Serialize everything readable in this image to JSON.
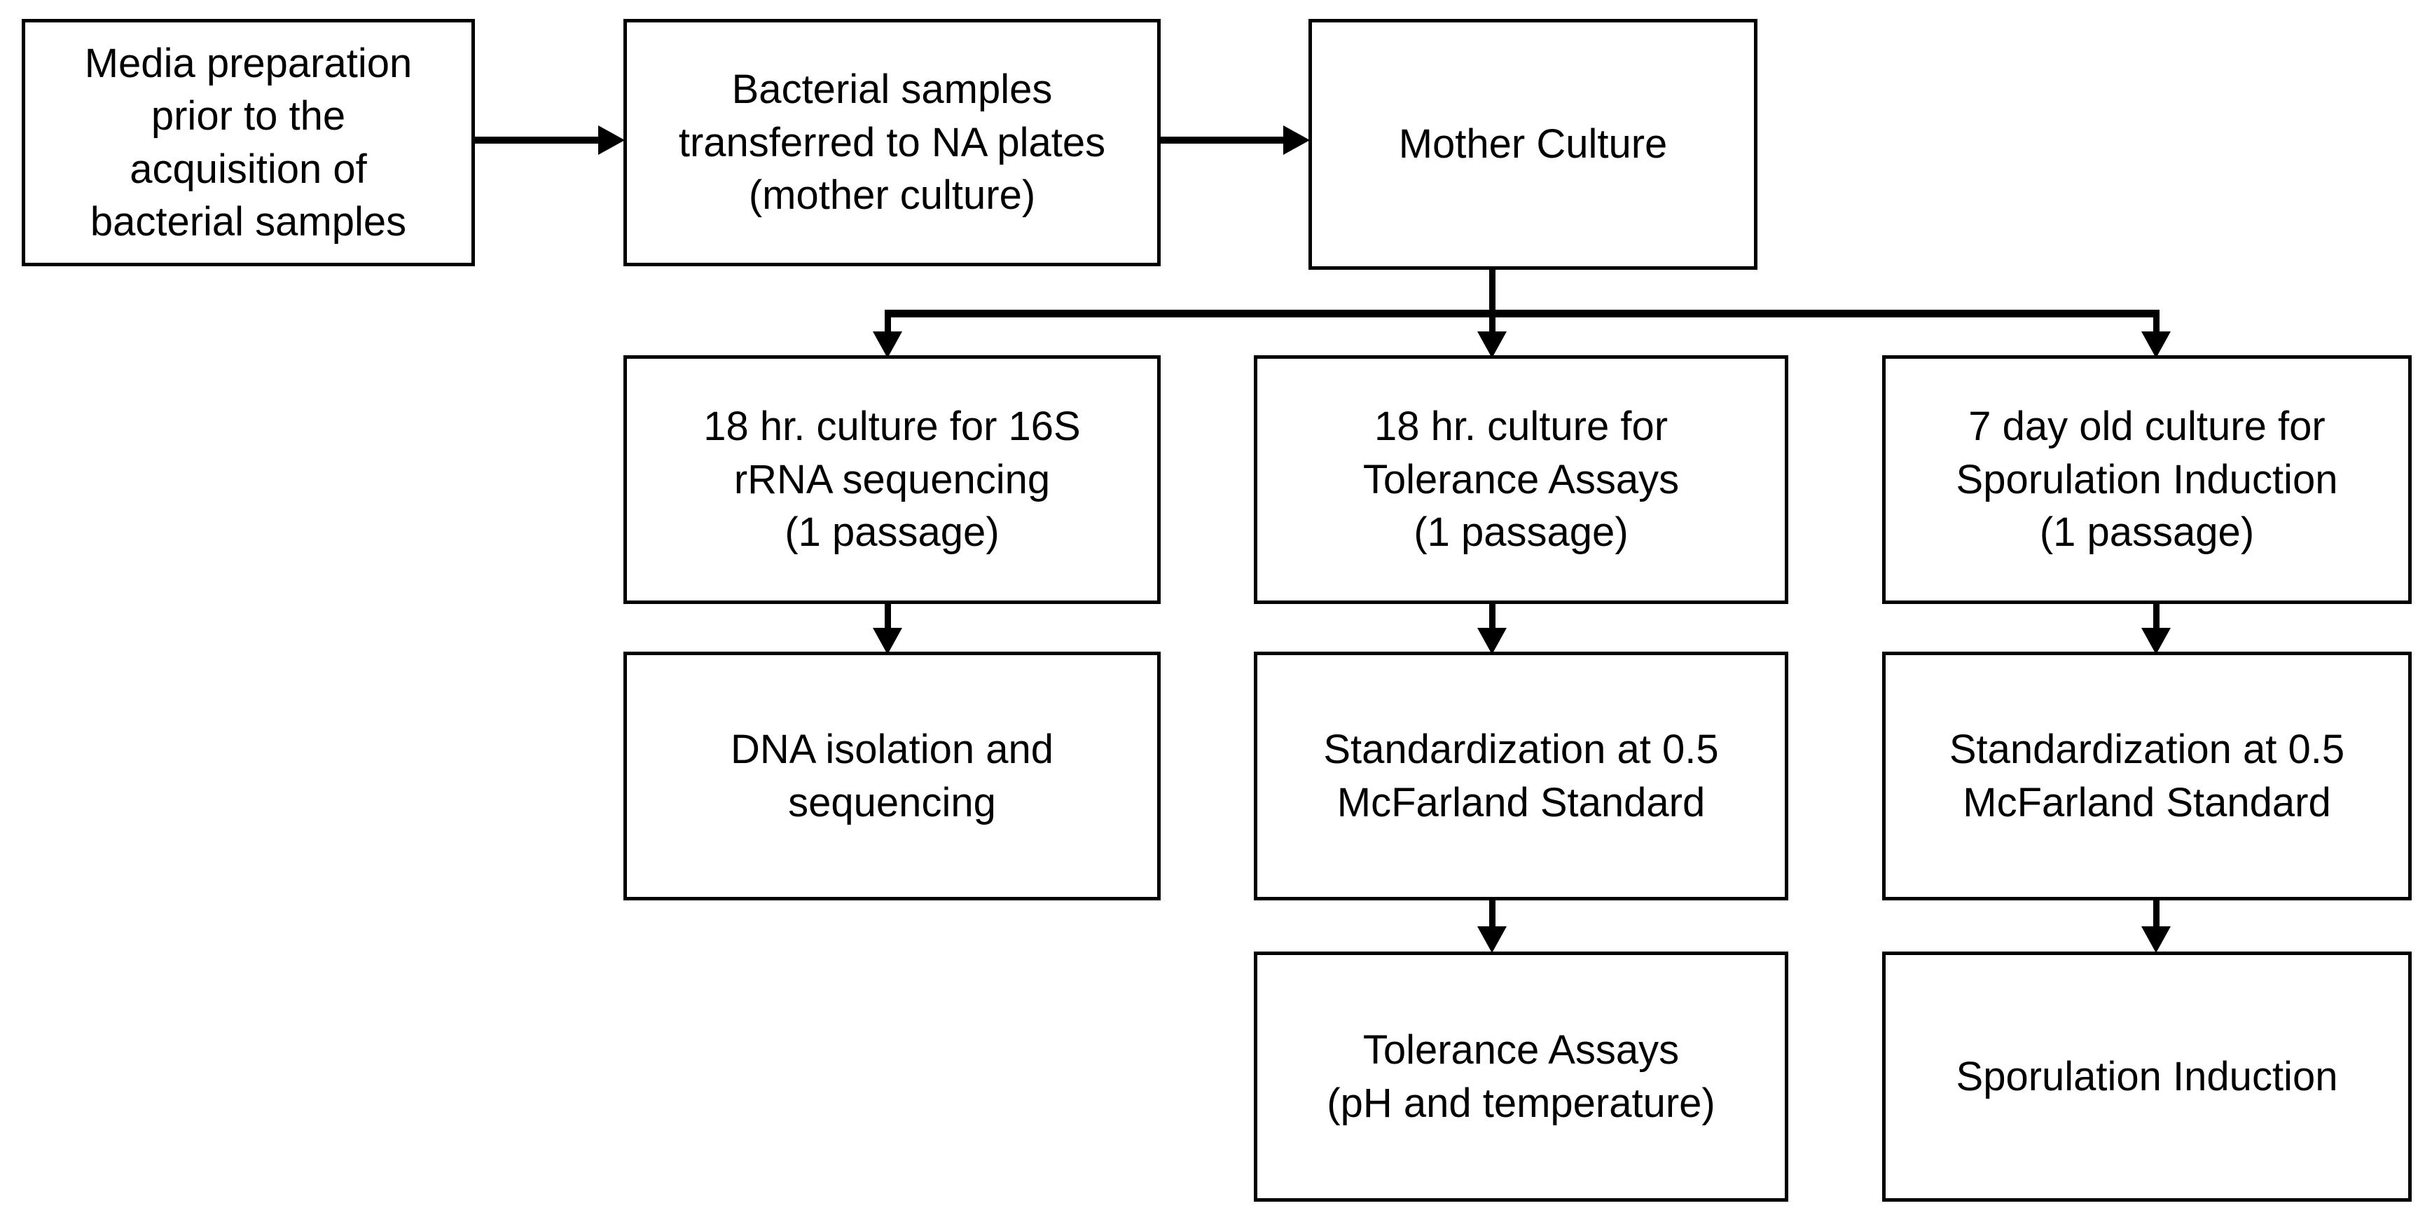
{
  "diagram": {
    "type": "flowchart",
    "colors": {
      "background": "#ffffff",
      "box_border": "#000000",
      "text": "#000000",
      "arrow": "#000000"
    },
    "nodes": [
      {
        "id": "media-preparation",
        "text": "Media preparation\nprior to the\nacquisition of\nbacterial samples"
      },
      {
        "id": "bacterial-samples-na-plates",
        "text": "Bacterial samples\ntransferred to NA plates\n(mother culture)"
      },
      {
        "id": "mother-culture",
        "text": "Mother Culture"
      },
      {
        "id": "culture-16s-rrna",
        "text": "18 hr. culture for 16S\nrRNA sequencing\n(1 passage)"
      },
      {
        "id": "culture-tolerance-assays",
        "text": "18 hr. culture for\nTolerance Assays\n(1 passage)"
      },
      {
        "id": "culture-sporulation",
        "text": "7 day old culture for\nSporulation Induction\n(1 passage)"
      },
      {
        "id": "dna-isolation-sequencing",
        "text": "DNA isolation and\nsequencing"
      },
      {
        "id": "standardization-tolerance",
        "text": "Standardization at 0.5\nMcFarland Standard"
      },
      {
        "id": "standardization-sporulation",
        "text": "Standardization at 0.5\nMcFarland Standard"
      },
      {
        "id": "tolerance-assays",
        "text": "Tolerance Assays\n(pH and temperature)"
      },
      {
        "id": "sporulation-induction",
        "text": "Sporulation Induction"
      }
    ],
    "edges": [
      {
        "from": "media-preparation",
        "to": "bacterial-samples-na-plates"
      },
      {
        "from": "bacterial-samples-na-plates",
        "to": "mother-culture"
      },
      {
        "from": "mother-culture",
        "to": "culture-16s-rrna"
      },
      {
        "from": "mother-culture",
        "to": "culture-tolerance-assays"
      },
      {
        "from": "mother-culture",
        "to": "culture-sporulation"
      },
      {
        "from": "culture-16s-rrna",
        "to": "dna-isolation-sequencing"
      },
      {
        "from": "culture-tolerance-assays",
        "to": "standardization-tolerance"
      },
      {
        "from": "culture-sporulation",
        "to": "standardization-sporulation"
      },
      {
        "from": "standardization-tolerance",
        "to": "tolerance-assays"
      },
      {
        "from": "standardization-sporulation",
        "to": "sporulation-induction"
      }
    ]
  }
}
